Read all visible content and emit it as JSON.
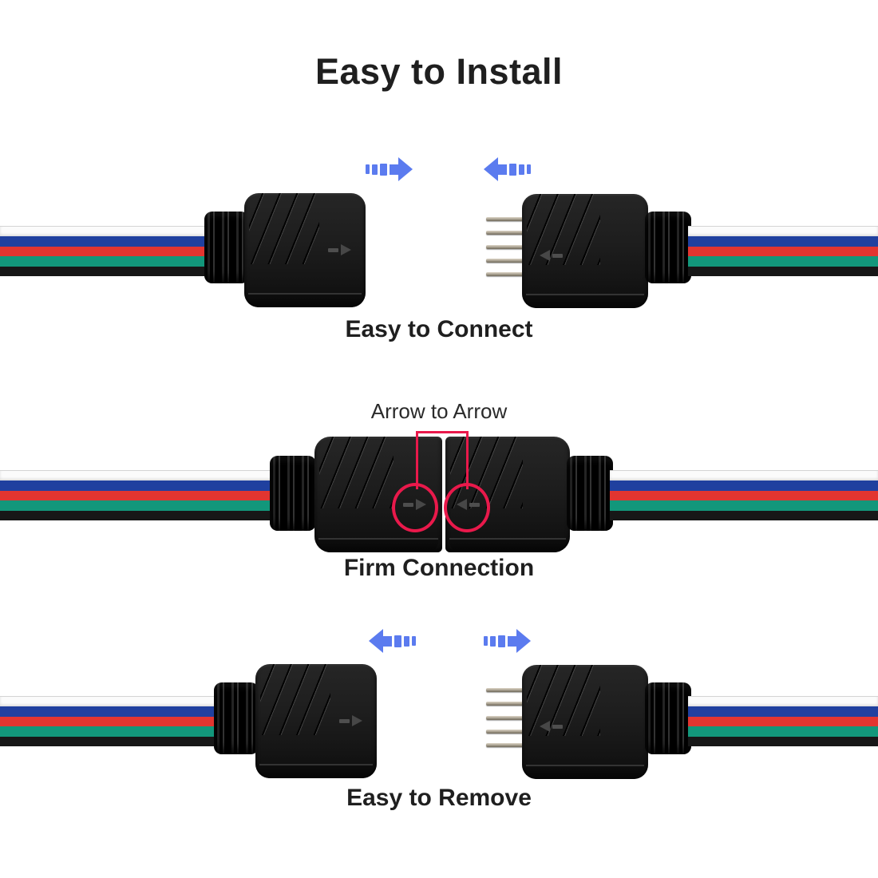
{
  "title": "Easy to Install",
  "colors": {
    "text": "#1f1f1f",
    "arrow_blue": "#5b7bef",
    "annotation_red": "#e9194b",
    "connector_black": "#1d1d1d",
    "pin_metal": "#a59d8d"
  },
  "wires": {
    "labels": [
      "white",
      "blue",
      "red",
      "green",
      "black"
    ],
    "colors": [
      "#fbfbfb",
      "#20409f",
      "#e23530",
      "#12977b",
      "#171717"
    ]
  },
  "pins": {
    "count": 5
  },
  "icons": {
    "dashed_arrow_right": "⇨",
    "dashed_arrow_left": "⇦",
    "connector_arrow_mark": "➤"
  },
  "steps": [
    {
      "id": "connect",
      "caption": "Easy to Connect",
      "arrows": [
        {
          "direction": "right"
        },
        {
          "direction": "left"
        }
      ]
    },
    {
      "id": "firm",
      "caption": "Firm Connection",
      "annotation": "Arrow to Arrow"
    },
    {
      "id": "remove",
      "caption": "Easy to Remove",
      "arrows": [
        {
          "direction": "left"
        },
        {
          "direction": "right"
        }
      ]
    }
  ]
}
